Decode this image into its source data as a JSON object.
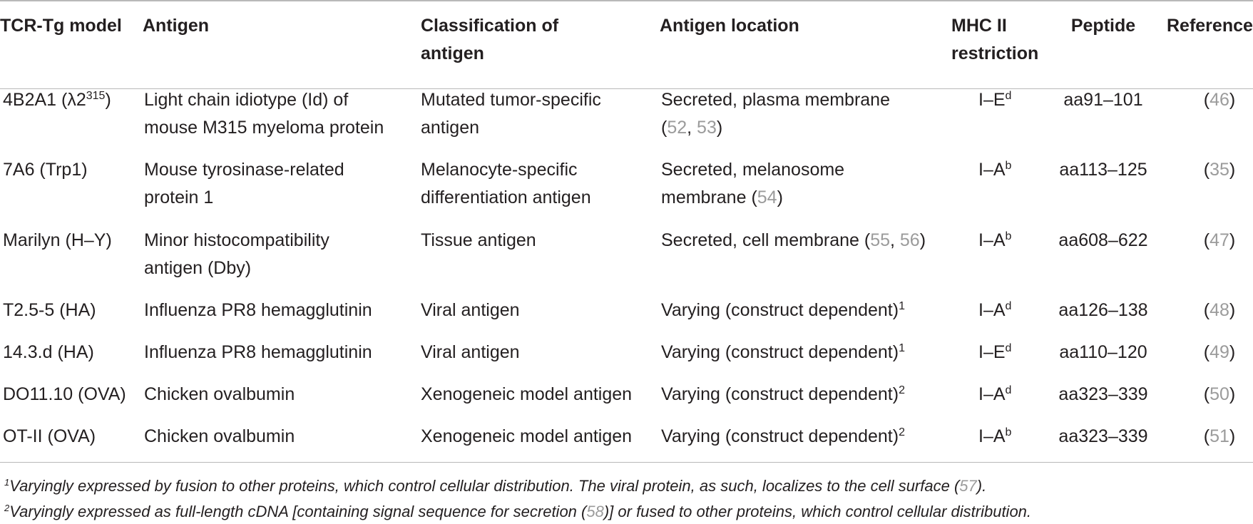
{
  "headers": [
    "TCR-Tg model",
    "Antigen",
    "Classification of antigen",
    "Antigen location",
    "MHC II restriction",
    "Peptide",
    "Reference"
  ],
  "header_lines": {
    "classification_1": "Classification of",
    "classification_2": "antigen",
    "mhc_1": "MHC II",
    "mhc_2": "restriction"
  },
  "rows": [
    {
      "model": "4B2A1 (λ2",
      "model_sup": "315",
      "model_tail": ")",
      "antigen_1": "Light chain idiotype (Id) of",
      "antigen_2": "mouse M315 myeloma protein",
      "class_1": "Mutated tumor-specific",
      "class_2": "antigen",
      "location_1": "Secreted, plasma membrane",
      "location_2_open": "(",
      "location_ref_a": "52",
      "location_sep": ", ",
      "location_ref_b": "53",
      "location_2_close": ")",
      "mhc": "I–E",
      "mhc_sup": "d",
      "peptide": "aa91–101",
      "ref_open": "(",
      "ref": "46",
      "ref_close": ")"
    },
    {
      "model": "7A6 (Trp1)",
      "antigen_1": "Mouse tyrosinase-related",
      "antigen_2": "protein 1",
      "class_1": "Melanocyte-specific",
      "class_2": "differentiation antigen",
      "location_1": "Secreted, melanosome",
      "location_2": "membrane (",
      "location_ref_a": "54",
      "location_2_close": ")",
      "mhc": "I–A",
      "mhc_sup": "b",
      "peptide": "aa113–125",
      "ref_open": "(",
      "ref": "35",
      "ref_close": ")"
    },
    {
      "model": "Marilyn (H–Y)",
      "antigen_1": "Minor histocompatibility",
      "antigen_2": "antigen (Dby)",
      "class_1": "Tissue antigen",
      "location_1": "Secreted, cell membrane (",
      "location_ref_a": "55",
      "location_sep": ", ",
      "location_ref_b": "56",
      "location_1_close": ")",
      "mhc": "I–A",
      "mhc_sup": "b",
      "peptide": "aa608–622",
      "ref_open": "(",
      "ref": "47",
      "ref_close": ")"
    },
    {
      "model": "T2.5-5 (HA)",
      "antigen_1": "Influenza PR8 hemagglutinin",
      "class_1": "Viral antigen",
      "location_1": "Varying (construct dependent)",
      "location_sup": "1",
      "mhc": "I–A",
      "mhc_sup": "d",
      "peptide": "aa126–138",
      "ref_open": "(",
      "ref": "48",
      "ref_close": ")"
    },
    {
      "model": "14.3.d (HA)",
      "antigen_1": "Influenza PR8 hemagglutinin",
      "class_1": "Viral antigen",
      "location_1": "Varying (construct dependent)",
      "location_sup": "1",
      "mhc": "I–E",
      "mhc_sup": "d",
      "peptide": "aa110–120",
      "ref_open": "(",
      "ref": "49",
      "ref_close": ")"
    },
    {
      "model": "DO11.10 (OVA)",
      "antigen_1": "Chicken ovalbumin",
      "class_1": "Xenogeneic model antigen",
      "location_1": "Varying (construct dependent)",
      "location_sup": "2",
      "mhc": "I–A",
      "mhc_sup": "d",
      "peptide": "aa323–339",
      "ref_open": "(",
      "ref": "50",
      "ref_close": ")"
    },
    {
      "model": "OT-II (OVA)",
      "antigen_1": "Chicken ovalbumin",
      "class_1": "Xenogeneic model antigen",
      "location_1": "Varying (construct dependent)",
      "location_sup": "2",
      "mhc": "I–A",
      "mhc_sup": "b",
      "peptide": "aa323–339",
      "ref_open": "(",
      "ref": "51",
      "ref_close": ")"
    }
  ],
  "footnotes": [
    {
      "marker": "1",
      "text": "Varyingly expressed by fusion to other proteins, which control cellular distribution. The viral protein, as such, localizes to the cell surface (",
      "ref": "57",
      "tail": ")."
    },
    {
      "marker": "2",
      "text": "Varyingly expressed as full-length cDNA [containing signal sequence for secretion (",
      "ref": "58",
      "tail": ")] or fused to other proteins, which control cellular distribution."
    }
  ],
  "colors": {
    "text": "#231f20",
    "reference_link": "#9b9b9b",
    "rule": "#b9b9b9"
  }
}
